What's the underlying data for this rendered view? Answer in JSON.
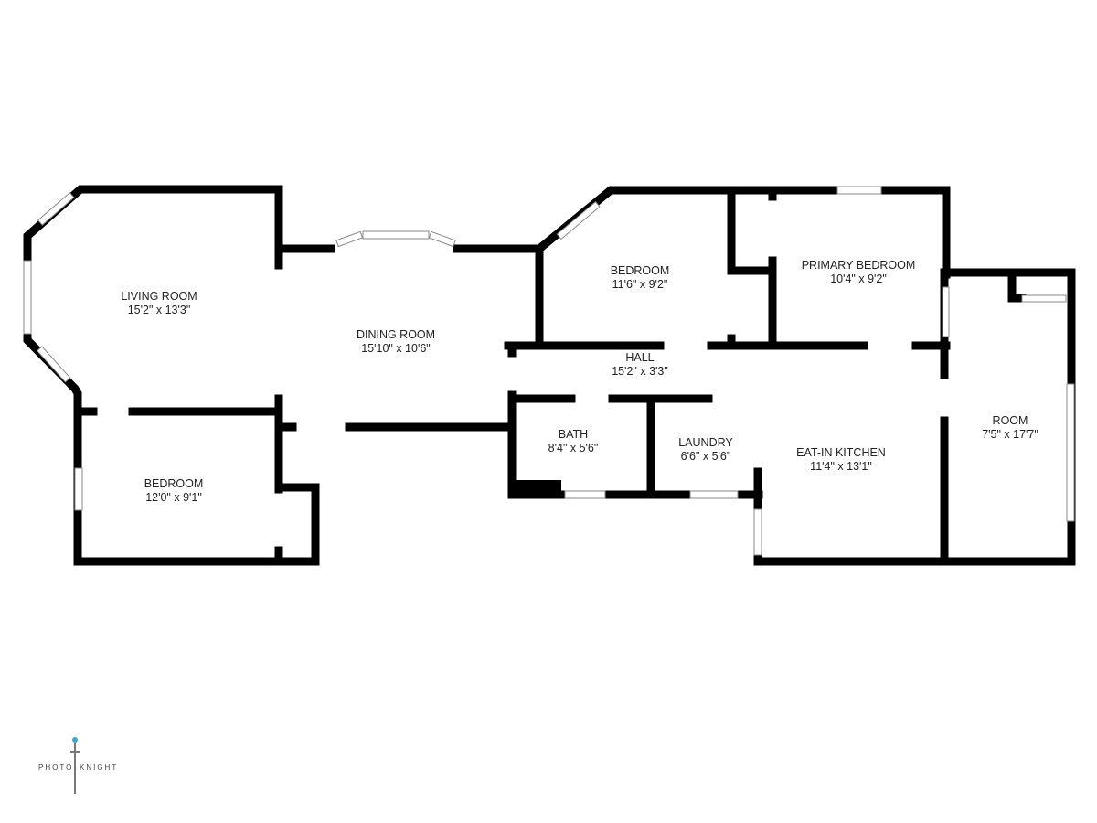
{
  "rooms": [
    {
      "name": "LIVING ROOM",
      "dims": "15'2\" x 13'3\""
    },
    {
      "name": "DINING ROOM",
      "dims": "15'10\" x 10'6\""
    },
    {
      "name": "BEDROOM",
      "dims": "12'0\" x 9'1\""
    },
    {
      "name": "BEDROOM",
      "dims": "11'6\" x 9'2\""
    },
    {
      "name": "PRIMARY BEDROOM",
      "dims": "10'4\" x 9'2\""
    },
    {
      "name": "HALL",
      "dims": "15'2\" x 3'3\""
    },
    {
      "name": "BATH",
      "dims": "8'4\" x 5'6\""
    },
    {
      "name": "LAUNDRY",
      "dims": "6'6\" x 5'6\""
    },
    {
      "name": "EAT-IN KITCHEN",
      "dims": "11'4\" x 13'1\""
    },
    {
      "name": "ROOM",
      "dims": "7'5\" x 17'7\""
    }
  ],
  "logo": {
    "left": "PHOTO",
    "right": "KNIGHT",
    "accent": "#3aa7c9"
  },
  "colors": {
    "wall": "#000000"
  }
}
